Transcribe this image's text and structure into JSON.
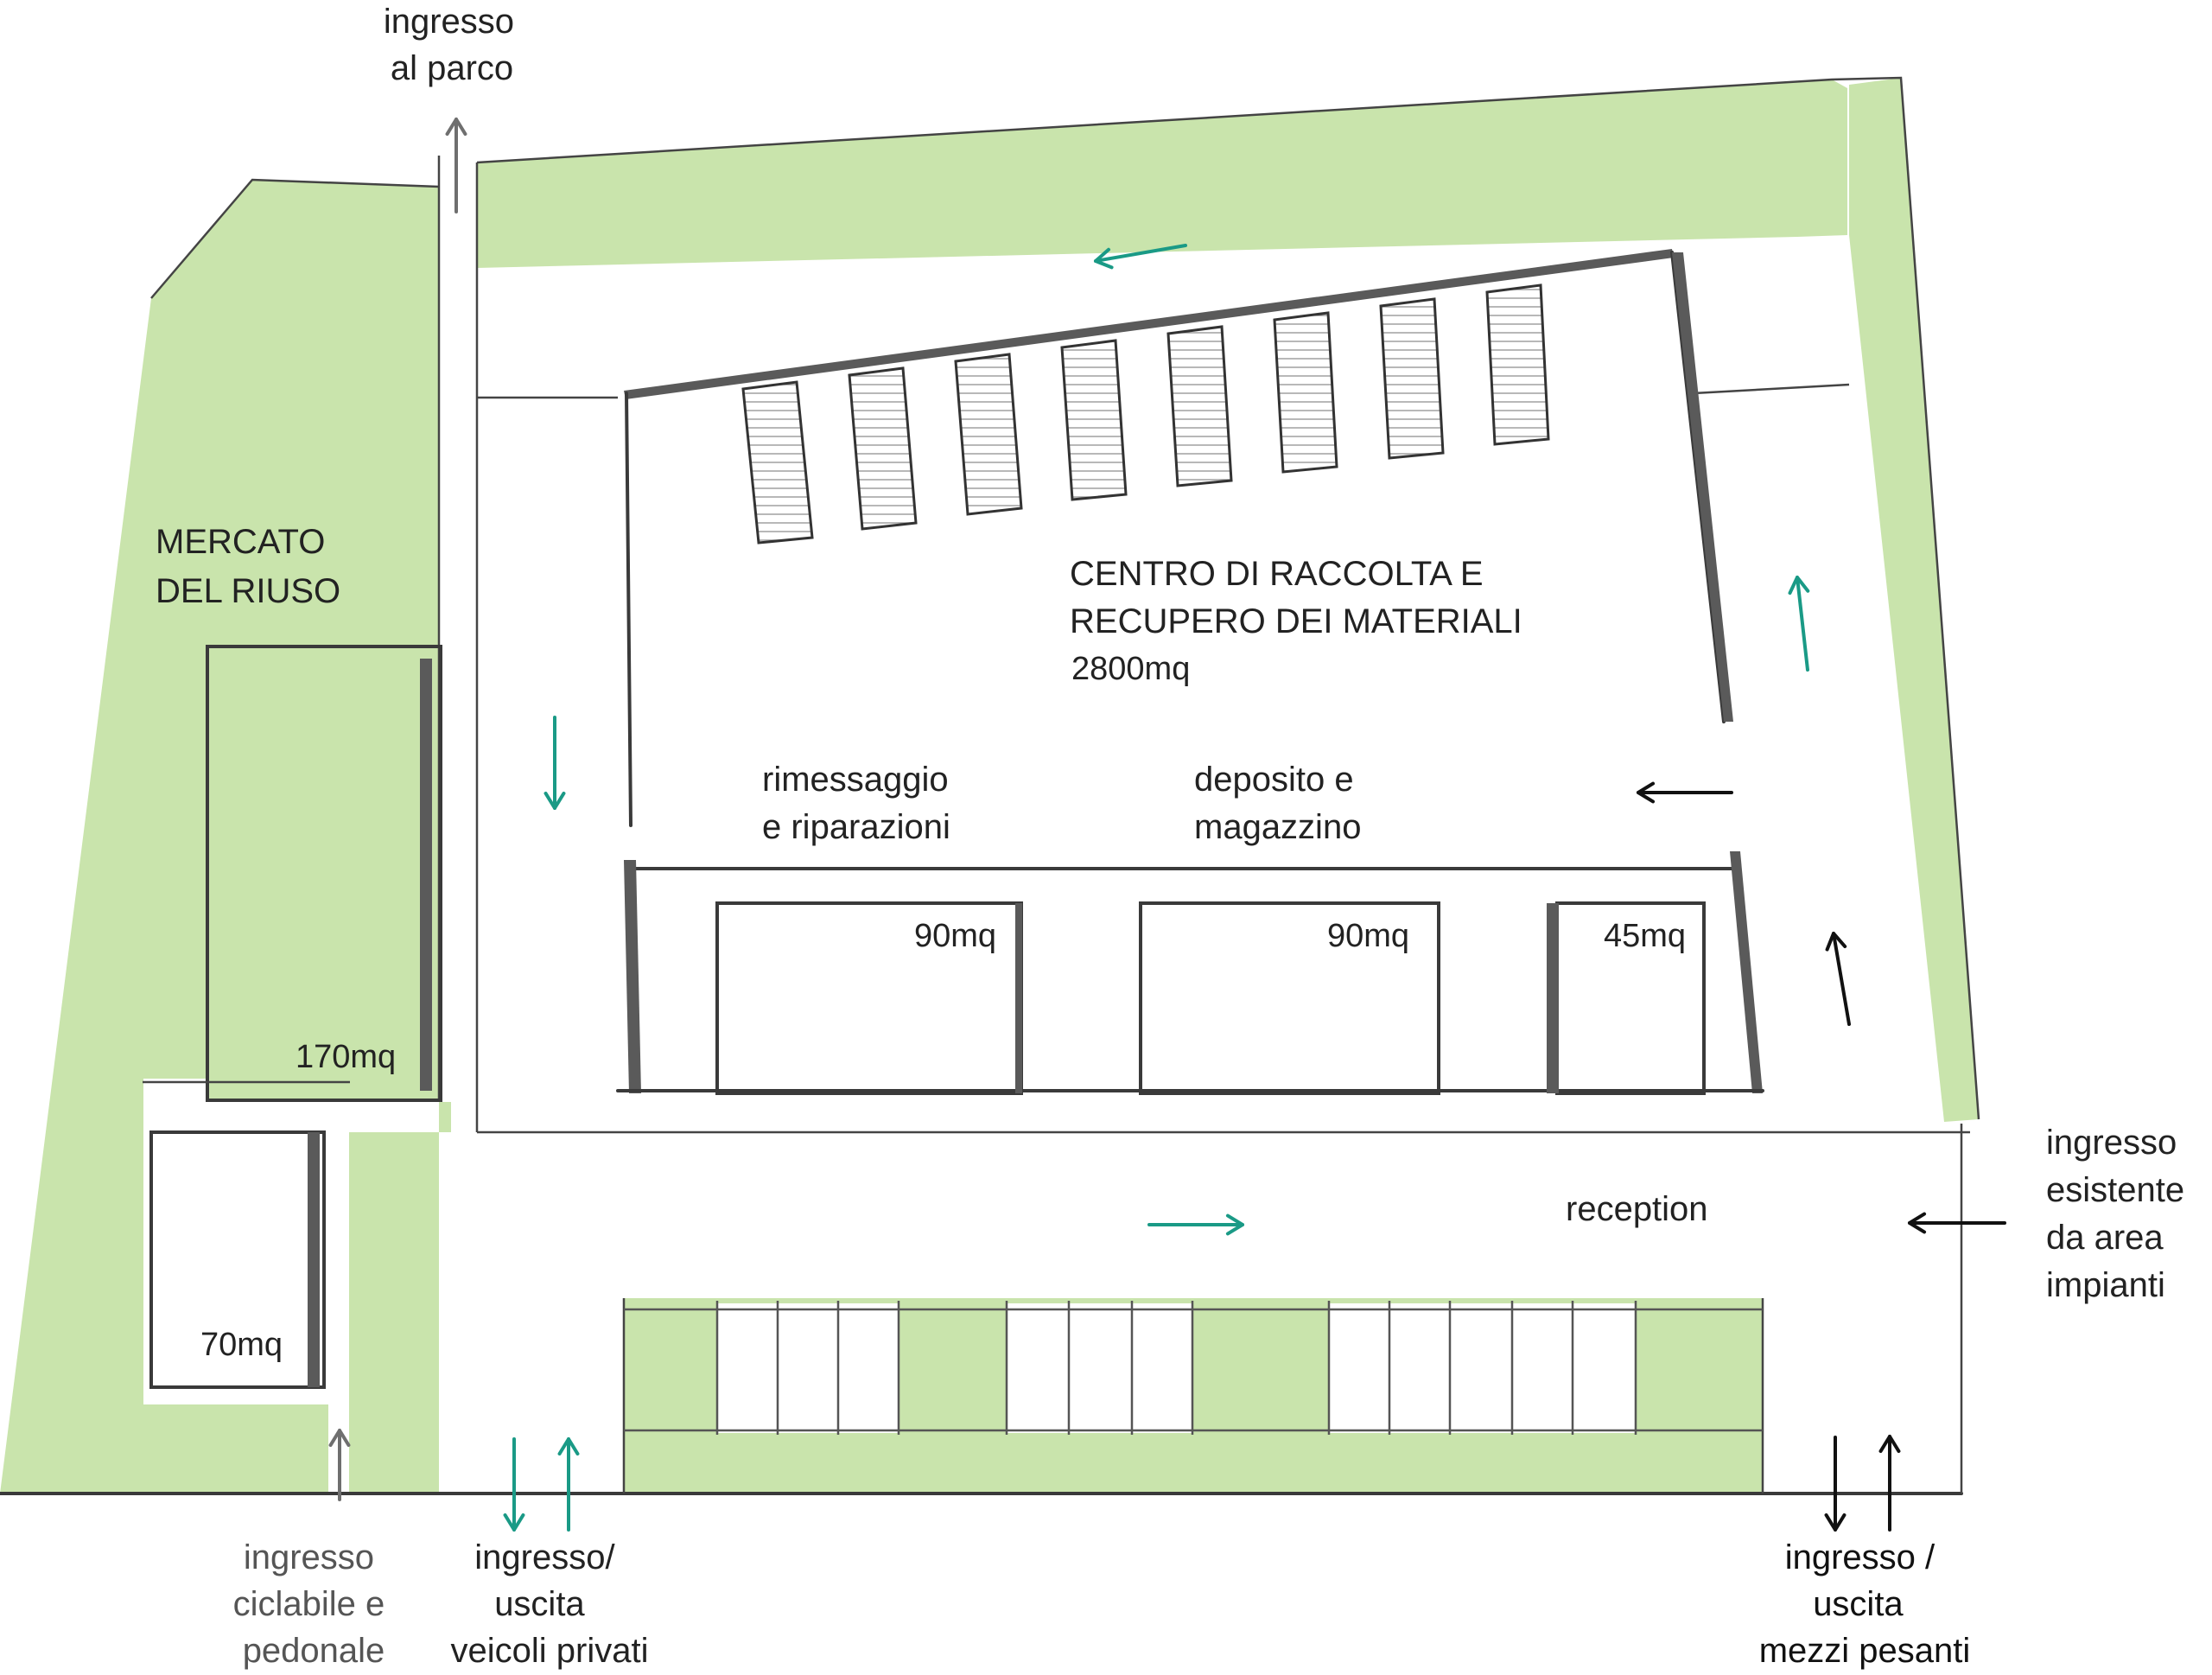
{
  "colors": {
    "green": "#c9e4ac",
    "teal": "#1a9a86",
    "gray_arrow": "#6f6f6f",
    "black_arrow": "#111111"
  },
  "labels": {
    "park_entrance": [
      "ingresso",
      "al parco"
    ],
    "reuse_market": [
      "MERCATO",
      "DEL RIUSO"
    ],
    "main_center": [
      "CENTRO DI RACCOLTA E",
      "RECUPERO DEI MATERIALI"
    ],
    "main_center_area": "2800mq",
    "storage_repair": [
      "rimessaggio",
      "e riparazioni"
    ],
    "warehouse": [
      "deposito e",
      "magazzino"
    ],
    "room_a_area": "90mq",
    "room_b_area": "90mq",
    "room_c_area": "45mq",
    "market_area": "170mq",
    "small_room_area": "70mq",
    "reception": "reception",
    "existing_entrance": [
      "ingresso",
      "esistente",
      "da area",
      "impianti"
    ],
    "bike_ped_entrance": [
      "ingresso",
      "ciclabile e",
      "pedonale"
    ],
    "private_vehicles": [
      "ingresso/",
      "uscita",
      "veicoli privati"
    ],
    "heavy_vehicles": [
      "ingresso /",
      "uscita",
      "mezzi pesanti"
    ]
  },
  "icons": {
    "flow_arrows": "flow-arrow-icon",
    "access_arrows": "access-arrow-icon"
  }
}
